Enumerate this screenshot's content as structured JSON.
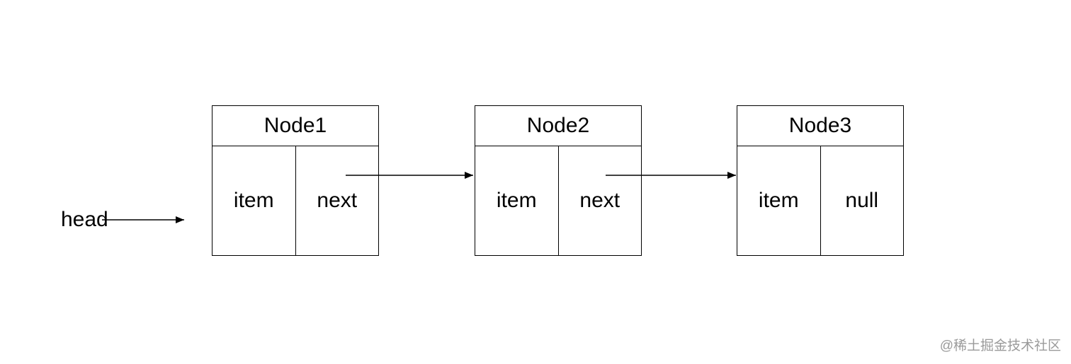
{
  "head_label": "head",
  "nodes": [
    {
      "title": "Node1",
      "left": "item",
      "right": "next"
    },
    {
      "title": "Node2",
      "left": "item",
      "right": "next"
    },
    {
      "title": "Node3",
      "left": "item",
      "right": "null"
    }
  ],
  "watermark": "@稀土掘金技术社区",
  "colors": {
    "stroke": "#000000",
    "background": "#ffffff",
    "watermark": "#9a9a9a"
  }
}
